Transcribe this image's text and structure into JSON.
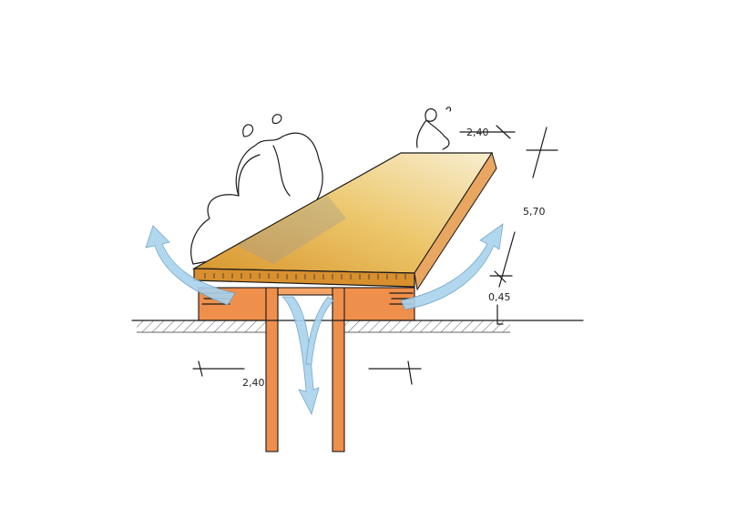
{
  "title": "Section sketch of sloped canopy roof on columns with airflow",
  "dimensions": {
    "roof_width": "2,40",
    "roof_height": "5,70",
    "base_height": "0,45",
    "column_spacing": "2,40"
  },
  "colors": {
    "roof": "#e2b04a",
    "roof_light": "#f3dd9a",
    "structure": "#ef8f4c",
    "airflow": "#a9d3ee",
    "shadow": "#9a9a9a",
    "ink": "#1a1a1a"
  }
}
